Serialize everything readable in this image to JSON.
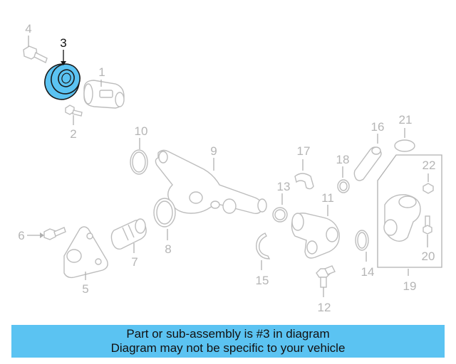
{
  "highlight_color": "#5bc3f2",
  "diagram": {
    "highlighted_part": "3",
    "callouts": [
      "1",
      "2",
      "3",
      "4",
      "5",
      "6",
      "7",
      "8",
      "9",
      "10",
      "11",
      "12",
      "13",
      "14",
      "15",
      "16",
      "17",
      "18",
      "19",
      "20",
      "21",
      "22"
    ]
  },
  "banner": {
    "line1": "Part or sub-assembly is #3 in diagram",
    "line2": "Diagram may not be specific to your vehicle"
  }
}
